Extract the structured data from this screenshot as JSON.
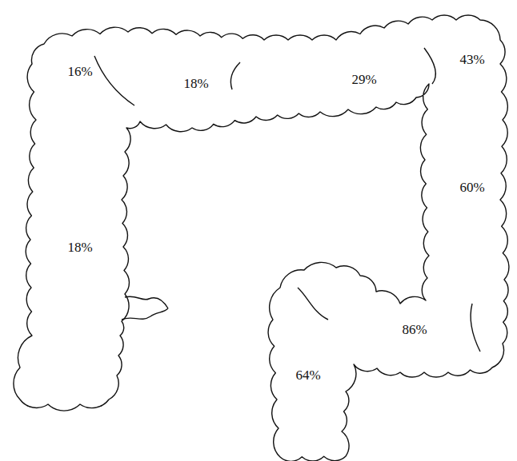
{
  "diagram": {
    "labels": [
      "16%",
      "18%",
      "29%",
      "43%",
      "60%",
      "18%",
      "86%",
      "64%"
    ]
  }
}
